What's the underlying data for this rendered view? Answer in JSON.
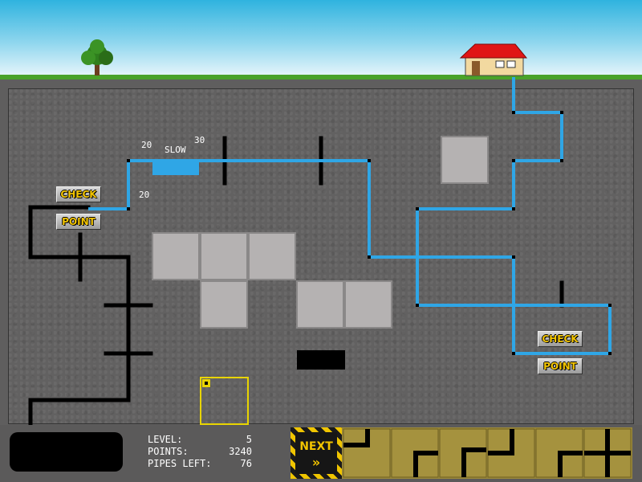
{
  "hud": {
    "level_label": "LEVEL:",
    "level_value": "5",
    "points_label": "POINTS:",
    "points_value": "3240",
    "pipes_left_label": "PIPES LEFT:",
    "pipes_left_value": "76",
    "next_label": "NEXT",
    "next_arrow": "»"
  },
  "board": {
    "checkpoint_left": {
      "check": "CHECK",
      "point": "POINT"
    },
    "checkpoint_right": {
      "check": "CHECK",
      "point": "POINT"
    },
    "slow_zone": {
      "label": "SLOW",
      "left_value": "20",
      "right_value": "30",
      "below_value": "20"
    }
  },
  "icons": {
    "tree": "tree-icon",
    "house": "house-icon",
    "tank": "water-tank-icon"
  },
  "colors": {
    "water": "#2fa6e6",
    "pipe": "#000000",
    "grass": "#4aa229",
    "button_text": "#f2c400",
    "cursor": "#e8d400",
    "queue_tile": "#9c8a3a",
    "block": "#b5b2b2",
    "roof": "#e01515",
    "house_wall": "#f2d9a0"
  }
}
